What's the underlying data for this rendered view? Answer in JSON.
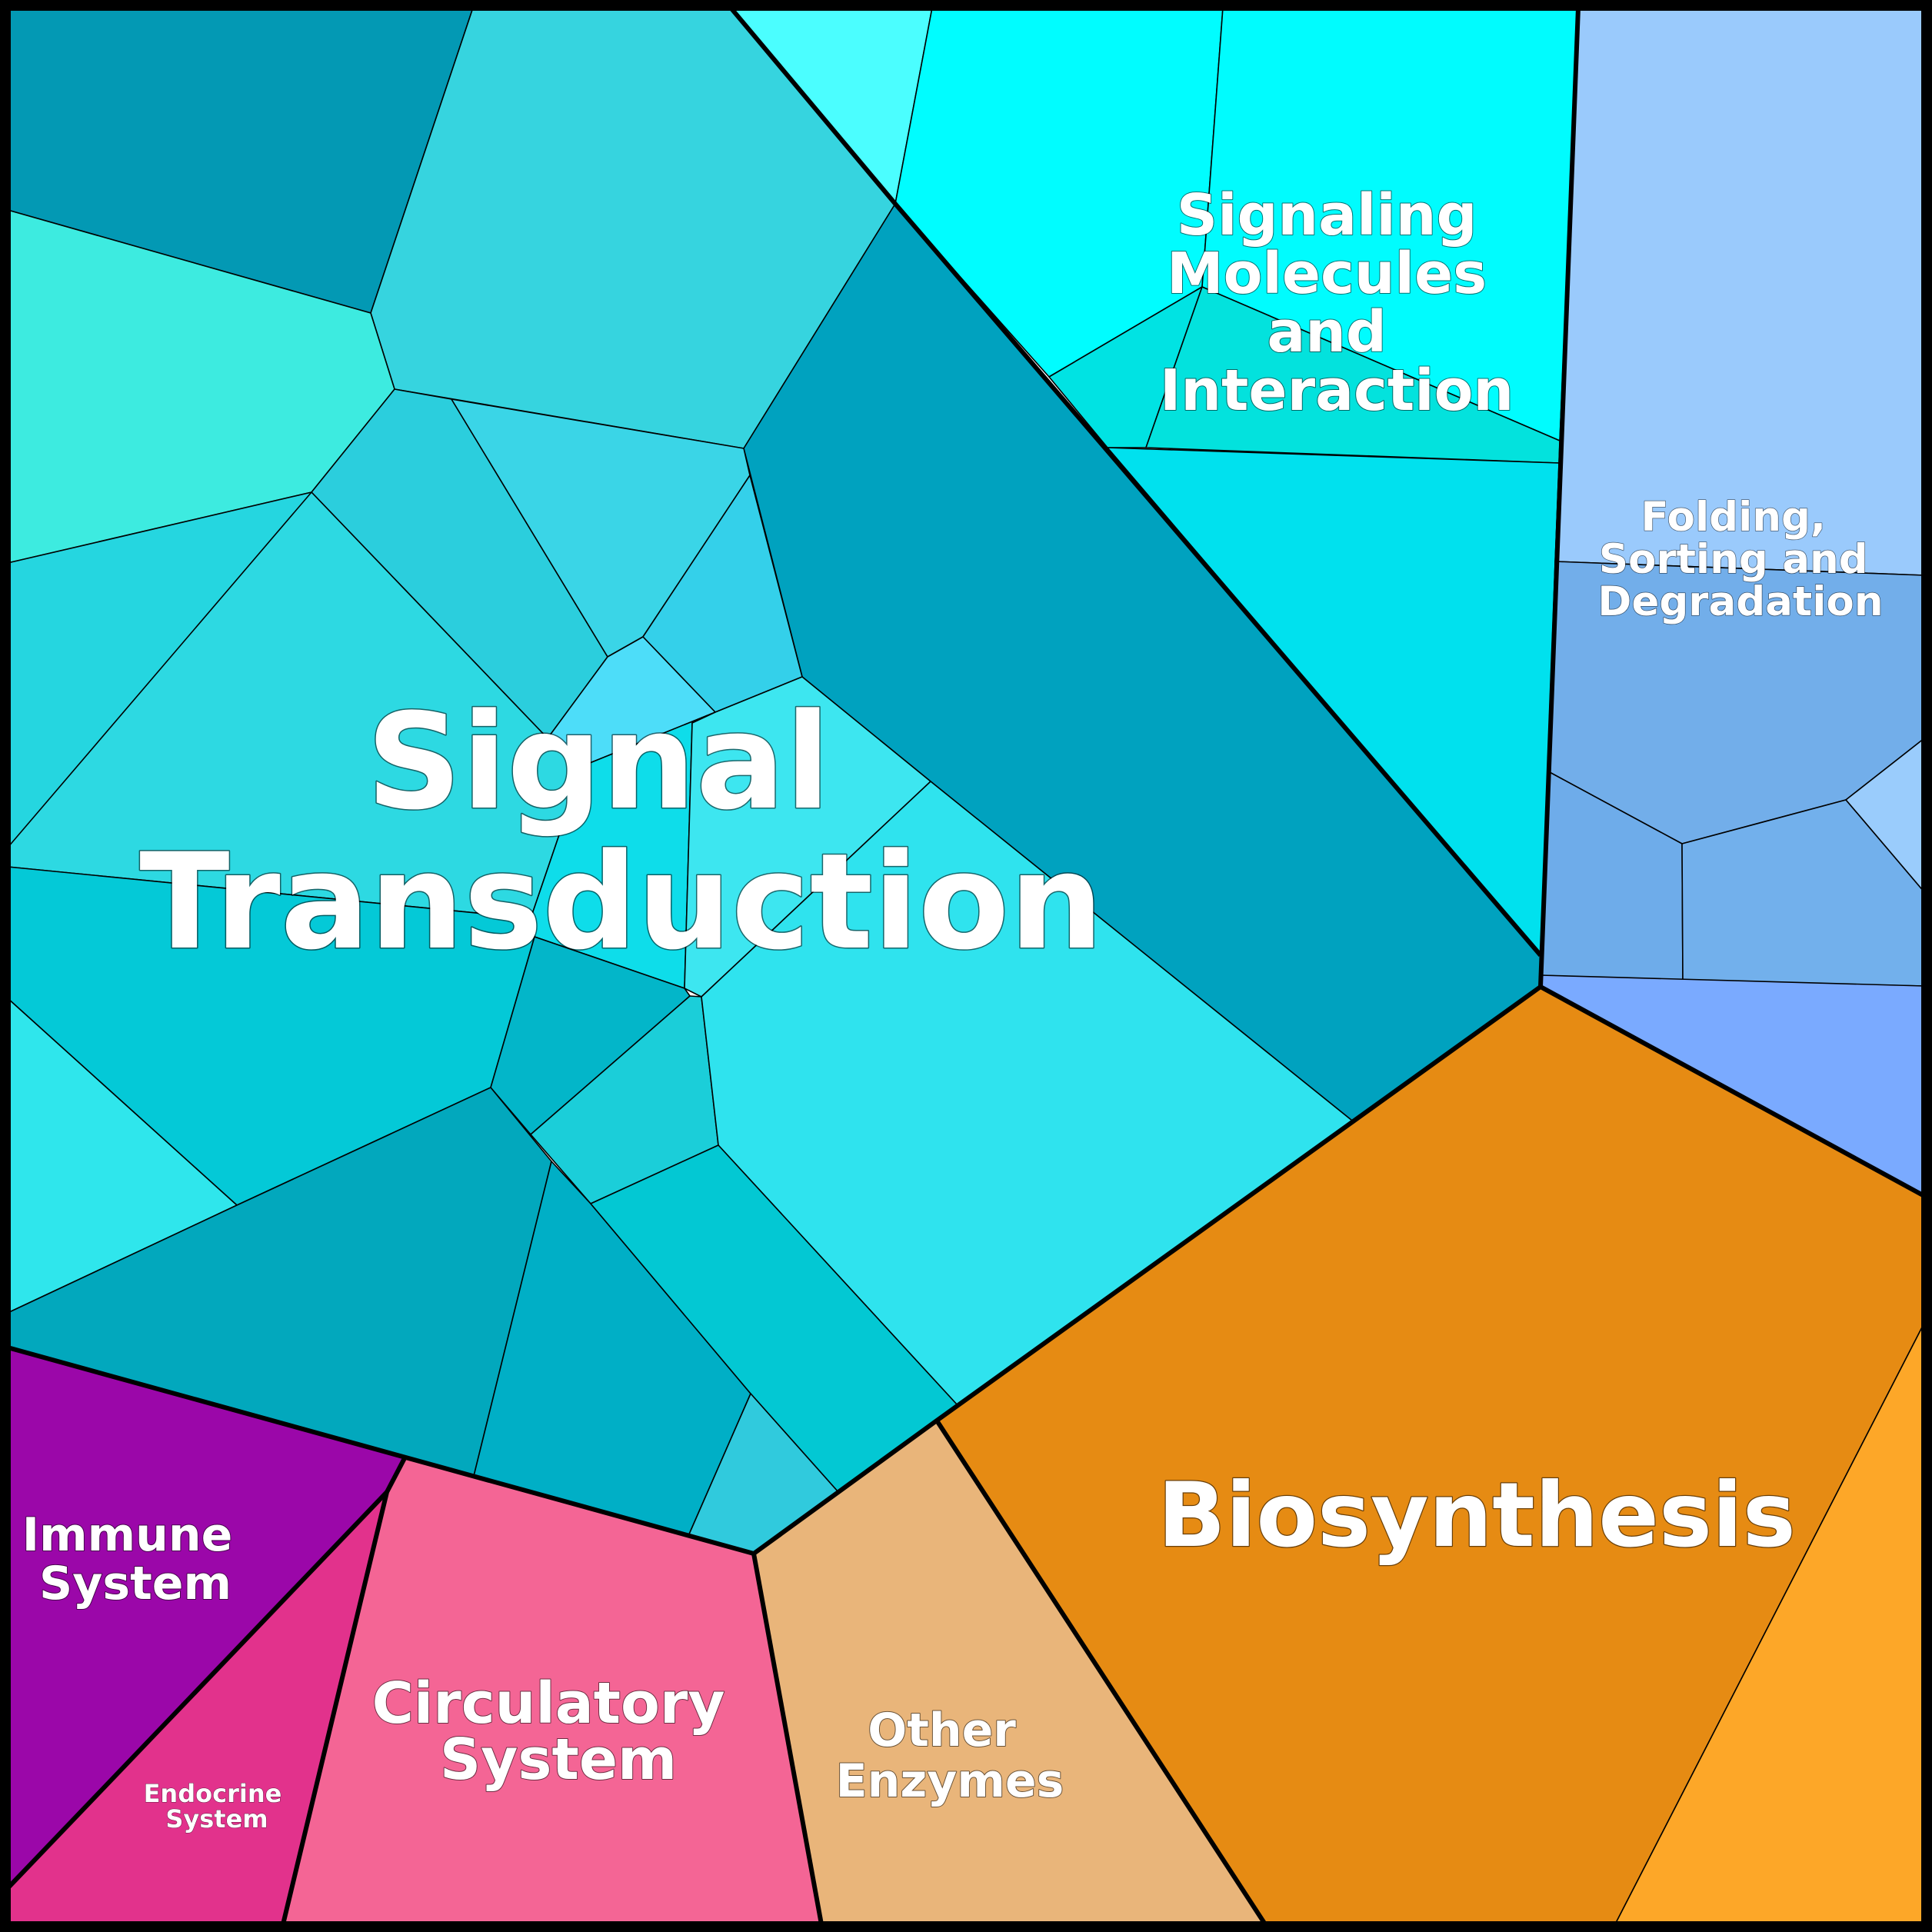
{
  "chart_data": {
    "type": "voronoi-treemap",
    "groups": [
      {
        "name": "Signal Transduction",
        "color": "#00A0C0"
      },
      {
        "name": "Signaling Molecules and Interaction",
        "color": "#00FFFF"
      },
      {
        "name": "Folding, Sorting and Degradation",
        "color": "#78AEEA"
      },
      {
        "name": "Biosynthesis",
        "color": "#E68B14"
      },
      {
        "name": "Other Enzymes",
        "color": "#E8B578"
      },
      {
        "name": "Circulatory System",
        "color": "#F46595"
      },
      {
        "name": "Endocrine System",
        "color": "#E2328C"
      },
      {
        "name": "Immune System",
        "color": "#9B07A9"
      }
    ]
  },
  "labels": {
    "signal_transduction": [
      "Signal",
      "Transduction"
    ],
    "signaling_molecules": [
      "Signaling",
      "Molecules",
      "and",
      "Interaction"
    ],
    "folding": [
      "Folding,",
      "Sorting and",
      "Degradation"
    ],
    "biosynthesis": [
      "Biosynthesis"
    ],
    "other_enzymes": [
      "Other",
      "Enzymes"
    ],
    "circulatory": [
      "Circulatory",
      "System"
    ],
    "endocrine": [
      "Endocrine",
      "System"
    ],
    "immune": [
      "Immune",
      "System"
    ]
  }
}
